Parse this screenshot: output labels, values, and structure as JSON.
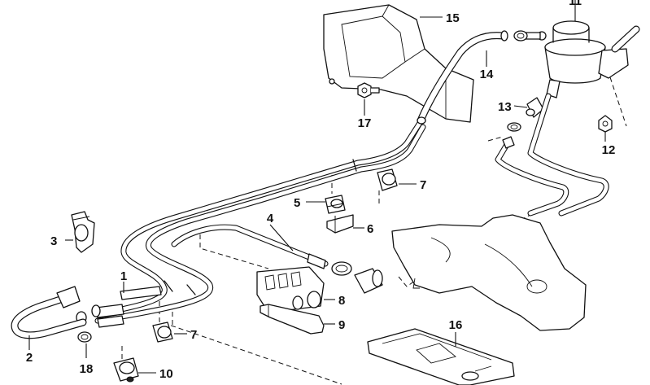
{
  "diagram": {
    "callouts": [
      {
        "id": "1",
        "label": "1"
      },
      {
        "id": "2",
        "label": "2"
      },
      {
        "id": "3",
        "label": "3"
      },
      {
        "id": "4",
        "label": "4"
      },
      {
        "id": "5",
        "label": "5"
      },
      {
        "id": "6",
        "label": "6"
      },
      {
        "id": "7a",
        "label": "7"
      },
      {
        "id": "7b",
        "label": "7"
      },
      {
        "id": "8",
        "label": "8"
      },
      {
        "id": "9",
        "label": "9"
      },
      {
        "id": "10",
        "label": "10"
      },
      {
        "id": "11",
        "label": "11"
      },
      {
        "id": "12",
        "label": "12"
      },
      {
        "id": "13",
        "label": "13"
      },
      {
        "id": "14",
        "label": "14"
      },
      {
        "id": "15",
        "label": "15"
      },
      {
        "id": "16",
        "label": "16"
      },
      {
        "id": "17a",
        "label": "17"
      },
      {
        "id": "17b",
        "label": "17"
      },
      {
        "id": "18",
        "label": "18"
      }
    ]
  }
}
